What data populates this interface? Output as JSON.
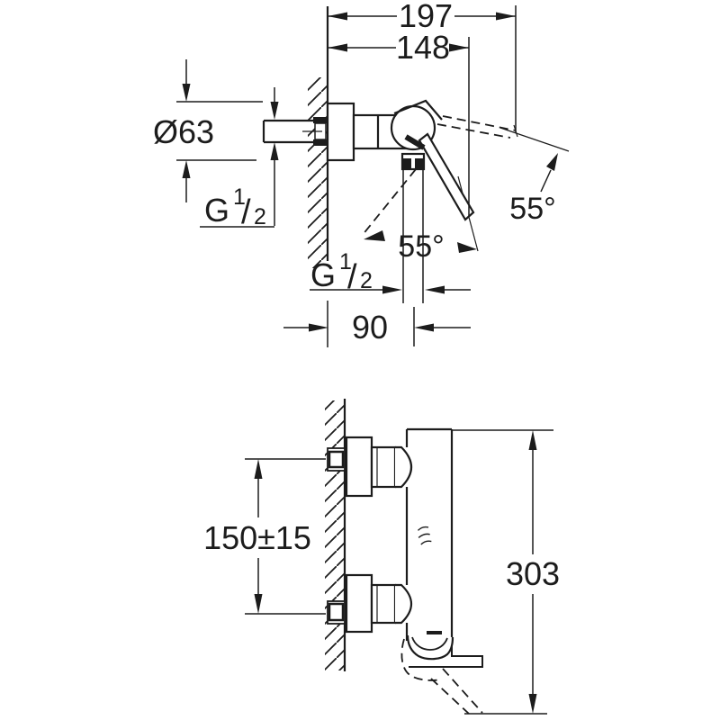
{
  "drawing": {
    "kind": "technical dimensional drawing - wall-mounted single-lever shower mixer",
    "top_view": {
      "dim_total_depth": "197",
      "dim_body_depth": "148",
      "dim_escutcheon_diameter": "Ø63",
      "inlet_thread": {
        "base": "G",
        "numerator": "1",
        "slash": "/",
        "denominator": "2"
      },
      "outlet_thread": {
        "base": "G",
        "numerator": "1",
        "slash": "/",
        "denominator": "2"
      },
      "angle_lever_open": "55°",
      "angle_lever_swing": "55°",
      "dim_outlet_offset": "90"
    },
    "front_view": {
      "dim_inlet_spacing": "150±15",
      "dim_total_height": "303"
    },
    "colors": {
      "ink": "#1c1c1c",
      "background": "#ffffff"
    }
  }
}
